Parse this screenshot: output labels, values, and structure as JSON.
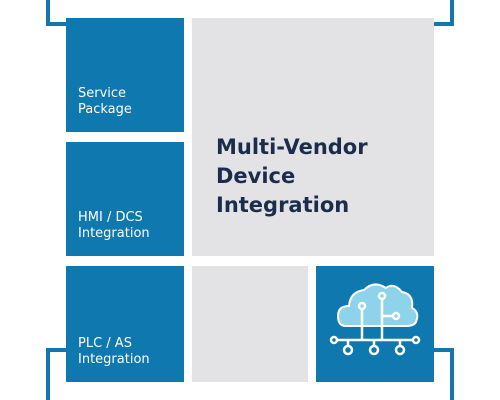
{
  "tiles": {
    "service": "Service\nPackage",
    "hmi": "HMI / DCS\nIntegration",
    "plc": "PLC / AS\nIntegration"
  },
  "main": {
    "title": "Multi-Vendor\nDevice\nIntegration"
  },
  "icon": {
    "name": "cloud-network-icon"
  },
  "colors": {
    "blue": "#0f78ae",
    "grey": "#e3e3e6",
    "dark_text": "#1b2d4a",
    "icon_light": "#8fd3ea"
  }
}
